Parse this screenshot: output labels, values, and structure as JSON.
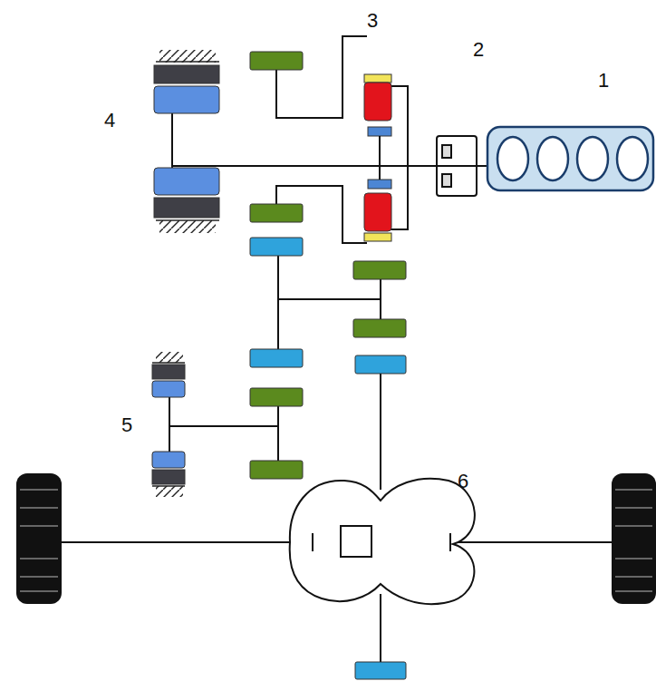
{
  "diagram": {
    "labels": [
      "3",
      "2",
      "1",
      "4",
      "5",
      "6"
    ]
  }
}
